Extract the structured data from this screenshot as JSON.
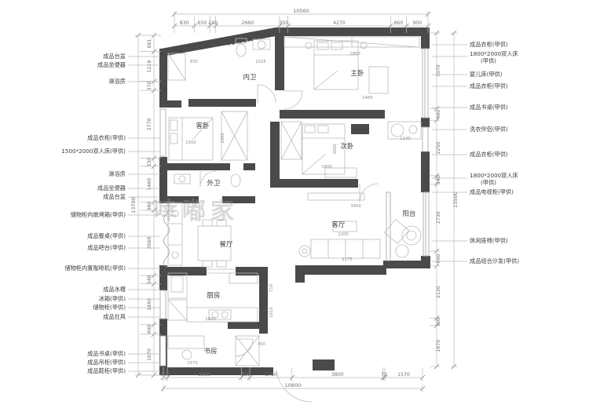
{
  "drawing": {
    "watermark": "啈嘟家",
    "colors": {
      "wall": "#4a4a4a",
      "line": "#b7bbbd",
      "dim": "#6d7276",
      "label": "#3c3f41",
      "window": "#aeb4b7"
    },
    "rooms": [
      "内卫",
      "主卧",
      "客卧",
      "次卧",
      "外卫",
      "餐厅",
      "客厅",
      "阳台",
      "厨房",
      "书房"
    ],
    "left_labels": [
      "成品台盆",
      "成品坐便器",
      "淋浴房",
      "成品衣柜(甲供)",
      "1500*2000双人床(甲供)",
      "淋浴房",
      "成品坐便器",
      "成品台盆",
      "储物柜内嵌烤箱(甲供)",
      "成品餐桌(甲供)",
      "成品吧台(甲供)",
      "储物柜内置咖啡机(甲供)",
      "成品水槽",
      "冰箱(甲供)",
      "储物柜(甲供)",
      "成品灶具",
      "成品书桌(甲供)",
      "成品吊柜(甲供)",
      "成品鞋柜(甲供)"
    ],
    "right_labels": [
      "成品衣柜(甲供)",
      "1800*2000双人床(甲供)",
      "婴儿床(甲供)",
      "成品衣柜(甲供)",
      "成品书桌(甲供)",
      "洗衣伴侣(甲供)",
      "成品衣柜(甲供)",
      "1800*2000双人床(甲供)",
      "成品电视柜(甲供)",
      "休闲座椅(甲供)",
      "成品组合沙发(甲供)"
    ],
    "dims": {
      "top": {
        "total": "10560",
        "segments": [
          "830",
          "650",
          "240",
          "2660",
          "350",
          "4270",
          "660",
          "900"
        ]
      },
      "bottom": {
        "total": "10800",
        "segments": [
          "170",
          "3080",
          "350",
          "1760",
          "3800",
          "70",
          "1570"
        ]
      },
      "left": {
        "total": "13700",
        "segments": [
          "661",
          "1219",
          "370",
          "2770",
          "330",
          "1460",
          "340",
          "2660",
          "340",
          "1660",
          "400",
          "1670"
        ]
      },
      "right": {
        "total": "13500",
        "segments": [
          "3070",
          "480",
          "2250",
          "340",
          "2730",
          "600",
          "2120",
          "300",
          "1670"
        ]
      }
    },
    "interior_dims": [
      "830",
      "1025",
      "1800",
      "2485",
      "1500",
      "2000",
      "1800",
      "3000",
      "1240",
      "3400",
      "1200",
      "2275",
      "1800",
      "1575",
      "450",
      "710",
      "1010"
    ]
  }
}
